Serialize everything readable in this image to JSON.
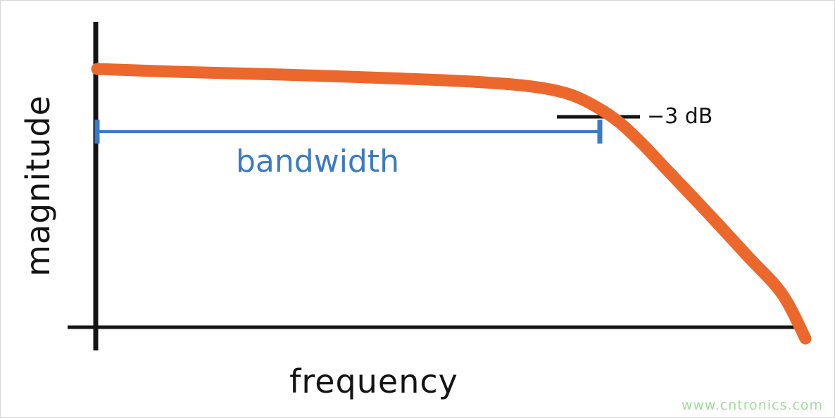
{
  "chart_data": {
    "type": "line",
    "title": "",
    "xlabel": "frequency",
    "ylabel": "magnitude",
    "axis_values_shown": false,
    "axes": {
      "color": "#141414",
      "y_axis": {
        "x": 135,
        "y1": 30,
        "y2": 497,
        "width": 7
      },
      "x_axis": {
        "y": 464,
        "x1": 95,
        "x2": 1142,
        "width": 5
      }
    },
    "series": [
      {
        "name": "frequency-response",
        "color": "#EC672C",
        "stroke_width": 17,
        "points": [
          [
            137,
            97
          ],
          [
            250,
            101
          ],
          [
            400,
            105
          ],
          [
            550,
            110
          ],
          [
            670,
            115
          ],
          [
            755,
            122
          ],
          [
            808,
            133
          ],
          [
            848,
            152
          ],
          [
            880,
            174
          ],
          [
            910,
            202
          ],
          [
            945,
            239
          ],
          [
            1000,
            297
          ],
          [
            1060,
            362
          ],
          [
            1110,
            417
          ],
          [
            1143,
            480
          ]
        ]
      }
    ],
    "bandwidth_marker": {
      "label": "bandwidth",
      "color": "#3B7AC4",
      "y": 186,
      "x1": 137,
      "x2": 851,
      "line_width": 4,
      "cap_height": 34,
      "cap_width": 7
    },
    "cutoff_marker": {
      "label": "−3 dB",
      "color": "#141414",
      "y": 165,
      "x1": 790,
      "x2": 908,
      "line_width": 5
    }
  },
  "watermark": {
    "text": "www.cntronics.com",
    "color": "#A3D99E"
  }
}
